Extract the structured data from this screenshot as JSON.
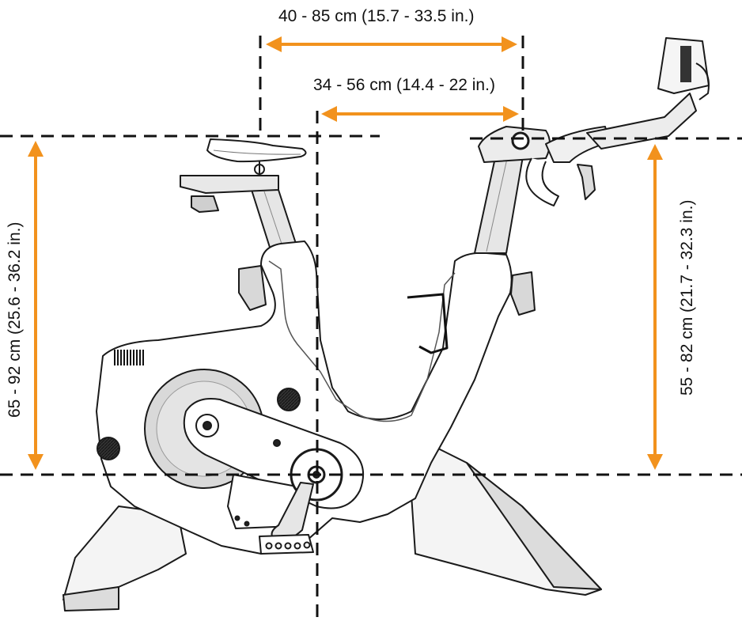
{
  "dimensions": {
    "saddle_to_handlebar_max": "40 - 85 cm (15.7 - 33.5 in.)",
    "saddle_to_handlebar": "34 - 56 cm (14.4 - 22 in.)",
    "saddle_height": "65 - 92 cm (25.6 - 36.2 in.)",
    "handlebar_height": "55 - 82 cm (21.7 - 32.3 in.)"
  },
  "colors": {
    "arrow": "#F2921D",
    "guide_line": "#111111",
    "frame_fill": "#ffffff",
    "frame_stroke": "#1a1a1a",
    "shade": "#d6d6d6"
  }
}
